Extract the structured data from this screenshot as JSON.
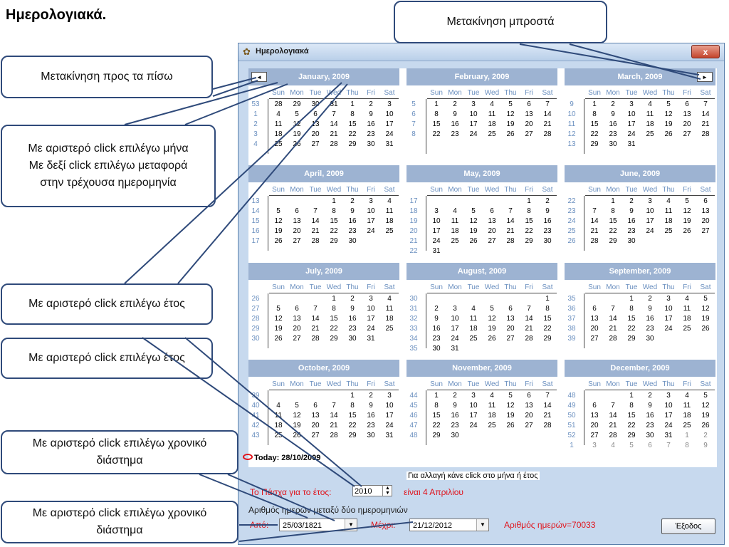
{
  "slide_title": "Ημερολογιακά.",
  "callouts": [
    "Μετακίνηση μπροστά",
    "Μετακίνηση προς τα πίσω",
    "Με αριστερό click επιλέγω μήνα\nΜε δεξί click επιλέγω μεταφορά\nστην  τρέχουσα ημερομηνία",
    "Με αριστερό click επιλέγω έτος",
    "Με αριστερό click επιλέγω έτος",
    "Με αριστερό click επιλέγω χρονικό διάστημα",
    "Με αριστερό click επιλέγω χρονικό διάστημα"
  ],
  "dialog": {
    "title": "Ημερολογιακά",
    "close_label": "x",
    "prev_glyph": "◄",
    "next_glyph": "►",
    "weekdays": [
      "Sun",
      "Mon",
      "Tue",
      "Wed",
      "Thu",
      "Fri",
      "Sat"
    ],
    "today_label": "Today: 28/10/2009",
    "help_text": "Για αλλαγή κάνε click στο μήνα ή έτος",
    "easter_label": "Το Πάσχα για το έτος:",
    "easter_year": "2010",
    "easter_result": "είναι 4 Απριλίου",
    "days_between_caption": "Αριθμός ημερών μεταξύ δύο ημερομηνιών",
    "from_label": "Από:",
    "from_value": "25/03/1821",
    "to_label": "Μέχρι:",
    "to_value": "21/12/2012",
    "days_result": "Αριθμός ημερών=70033",
    "exit_label": "Έξοδος",
    "accent_red": "#e0141c",
    "header_color": "#9db3d2",
    "months": [
      {
        "label": "January, 2009",
        "start": 4,
        "days": 31,
        "weeks": [
          53,
          1,
          2,
          3,
          4
        ],
        "prev_tail": [
          28,
          29,
          30,
          31
        ],
        "next_head": []
      },
      {
        "label": "February, 2009",
        "start": 0,
        "days": 28,
        "weeks": [
          5,
          6,
          7,
          8
        ],
        "prev_tail": [],
        "next_head": []
      },
      {
        "label": "March, 2009",
        "start": 0,
        "days": 31,
        "weeks": [
          9,
          10,
          11,
          12,
          13
        ],
        "prev_tail": [],
        "next_head": []
      },
      {
        "label": "April, 2009",
        "start": 3,
        "days": 30,
        "weeks": [
          13,
          14,
          15,
          16,
          17
        ],
        "prev_tail": [],
        "next_head": []
      },
      {
        "label": "May, 2009",
        "start": 5,
        "days": 31,
        "weeks": [
          17,
          18,
          19,
          20,
          21,
          22
        ],
        "prev_tail": [],
        "next_head": []
      },
      {
        "label": "June, 2009",
        "start": 1,
        "days": 30,
        "weeks": [
          22,
          23,
          24,
          25,
          26
        ],
        "prev_tail": [],
        "next_head": []
      },
      {
        "label": "July, 2009",
        "start": 3,
        "days": 31,
        "weeks": [
          26,
          27,
          28,
          29,
          30
        ],
        "prev_tail": [],
        "next_head": []
      },
      {
        "label": "August, 2009",
        "start": 6,
        "days": 31,
        "weeks": [
          30,
          31,
          32,
          33,
          34,
          35
        ],
        "prev_tail": [],
        "next_head": []
      },
      {
        "label": "September, 2009",
        "start": 2,
        "days": 30,
        "weeks": [
          35,
          36,
          37,
          38,
          39
        ],
        "prev_tail": [],
        "next_head": []
      },
      {
        "label": "October, 2009",
        "start": 4,
        "days": 31,
        "weeks": [
          39,
          40,
          41,
          42,
          43
        ],
        "prev_tail": [],
        "next_head": []
      },
      {
        "label": "November, 2009",
        "start": 0,
        "days": 30,
        "weeks": [
          44,
          45,
          46,
          47,
          48
        ],
        "prev_tail": [],
        "next_head": []
      },
      {
        "label": "December, 2009",
        "start": 2,
        "days": 31,
        "weeks": [
          48,
          49,
          50,
          51,
          52,
          1
        ],
        "prev_tail": [],
        "next_head": [
          1,
          2,
          3,
          4,
          5,
          6,
          7,
          8,
          9
        ]
      }
    ]
  }
}
